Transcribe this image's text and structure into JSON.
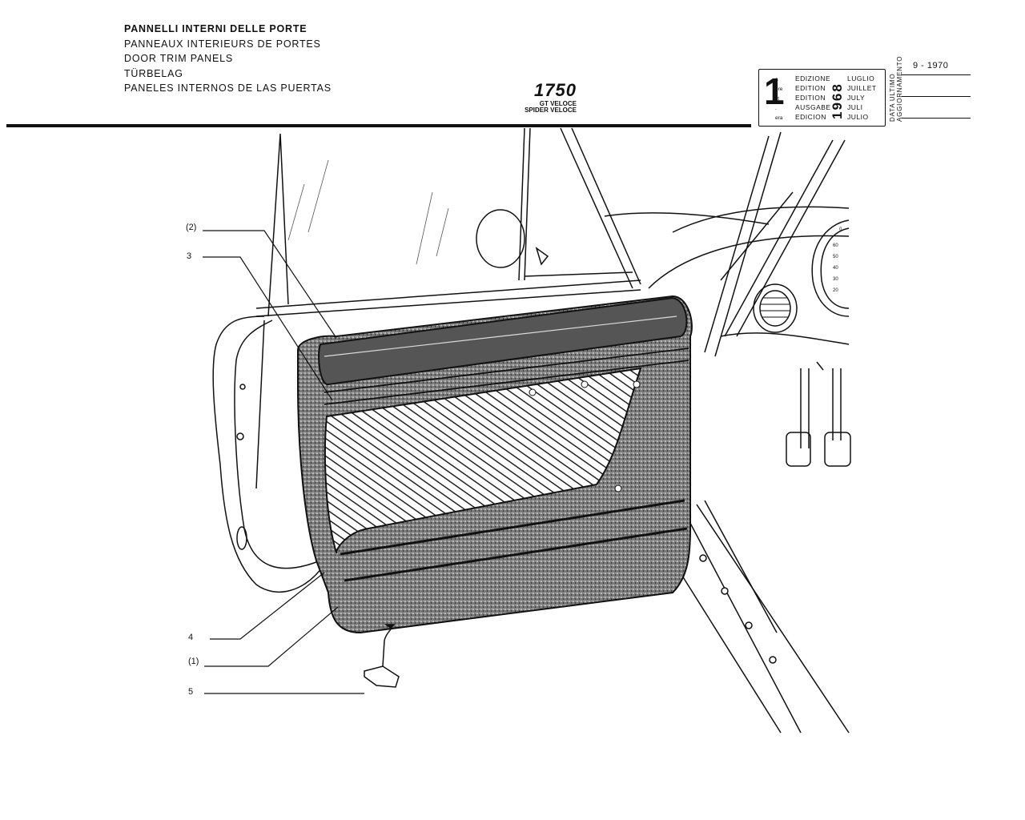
{
  "header": {
    "titles": [
      "PANNELLI INTERNI DELLE PORTE",
      "PANNEAUX INTERIEURS DE PORTES",
      "DOOR TRIM PANELS",
      "TÜRBELAG",
      "PANELES INTERNOS DE LAS PUERTAS"
    ],
    "model_number": "1750",
    "model_variants": [
      "GT VELOCE",
      "SPIDER VELOCE"
    ]
  },
  "edition_box": {
    "number": "1",
    "suffixes": [
      "a",
      "ere",
      "st",
      ".",
      "era"
    ],
    "labels": [
      "EDIZIONE",
      "EDITION",
      "EDITION",
      "AUSGABE",
      "EDICION"
    ],
    "year": "1968",
    "months": [
      "LUGLIO",
      "JUILLET",
      "JULY",
      "JULI",
      "JULIO"
    ]
  },
  "update": {
    "label_line1": "DATA ULTIMO",
    "label_line2": "AGGIORNAMENTO",
    "date": "9 - 1970"
  },
  "callouts": {
    "c2": "(2)",
    "c3": "3",
    "c4": "4",
    "c1": "(1)",
    "c5": "5"
  },
  "gauge_numbers": [
    "60",
    "50",
    "40",
    "30",
    "20",
    "0"
  ]
}
